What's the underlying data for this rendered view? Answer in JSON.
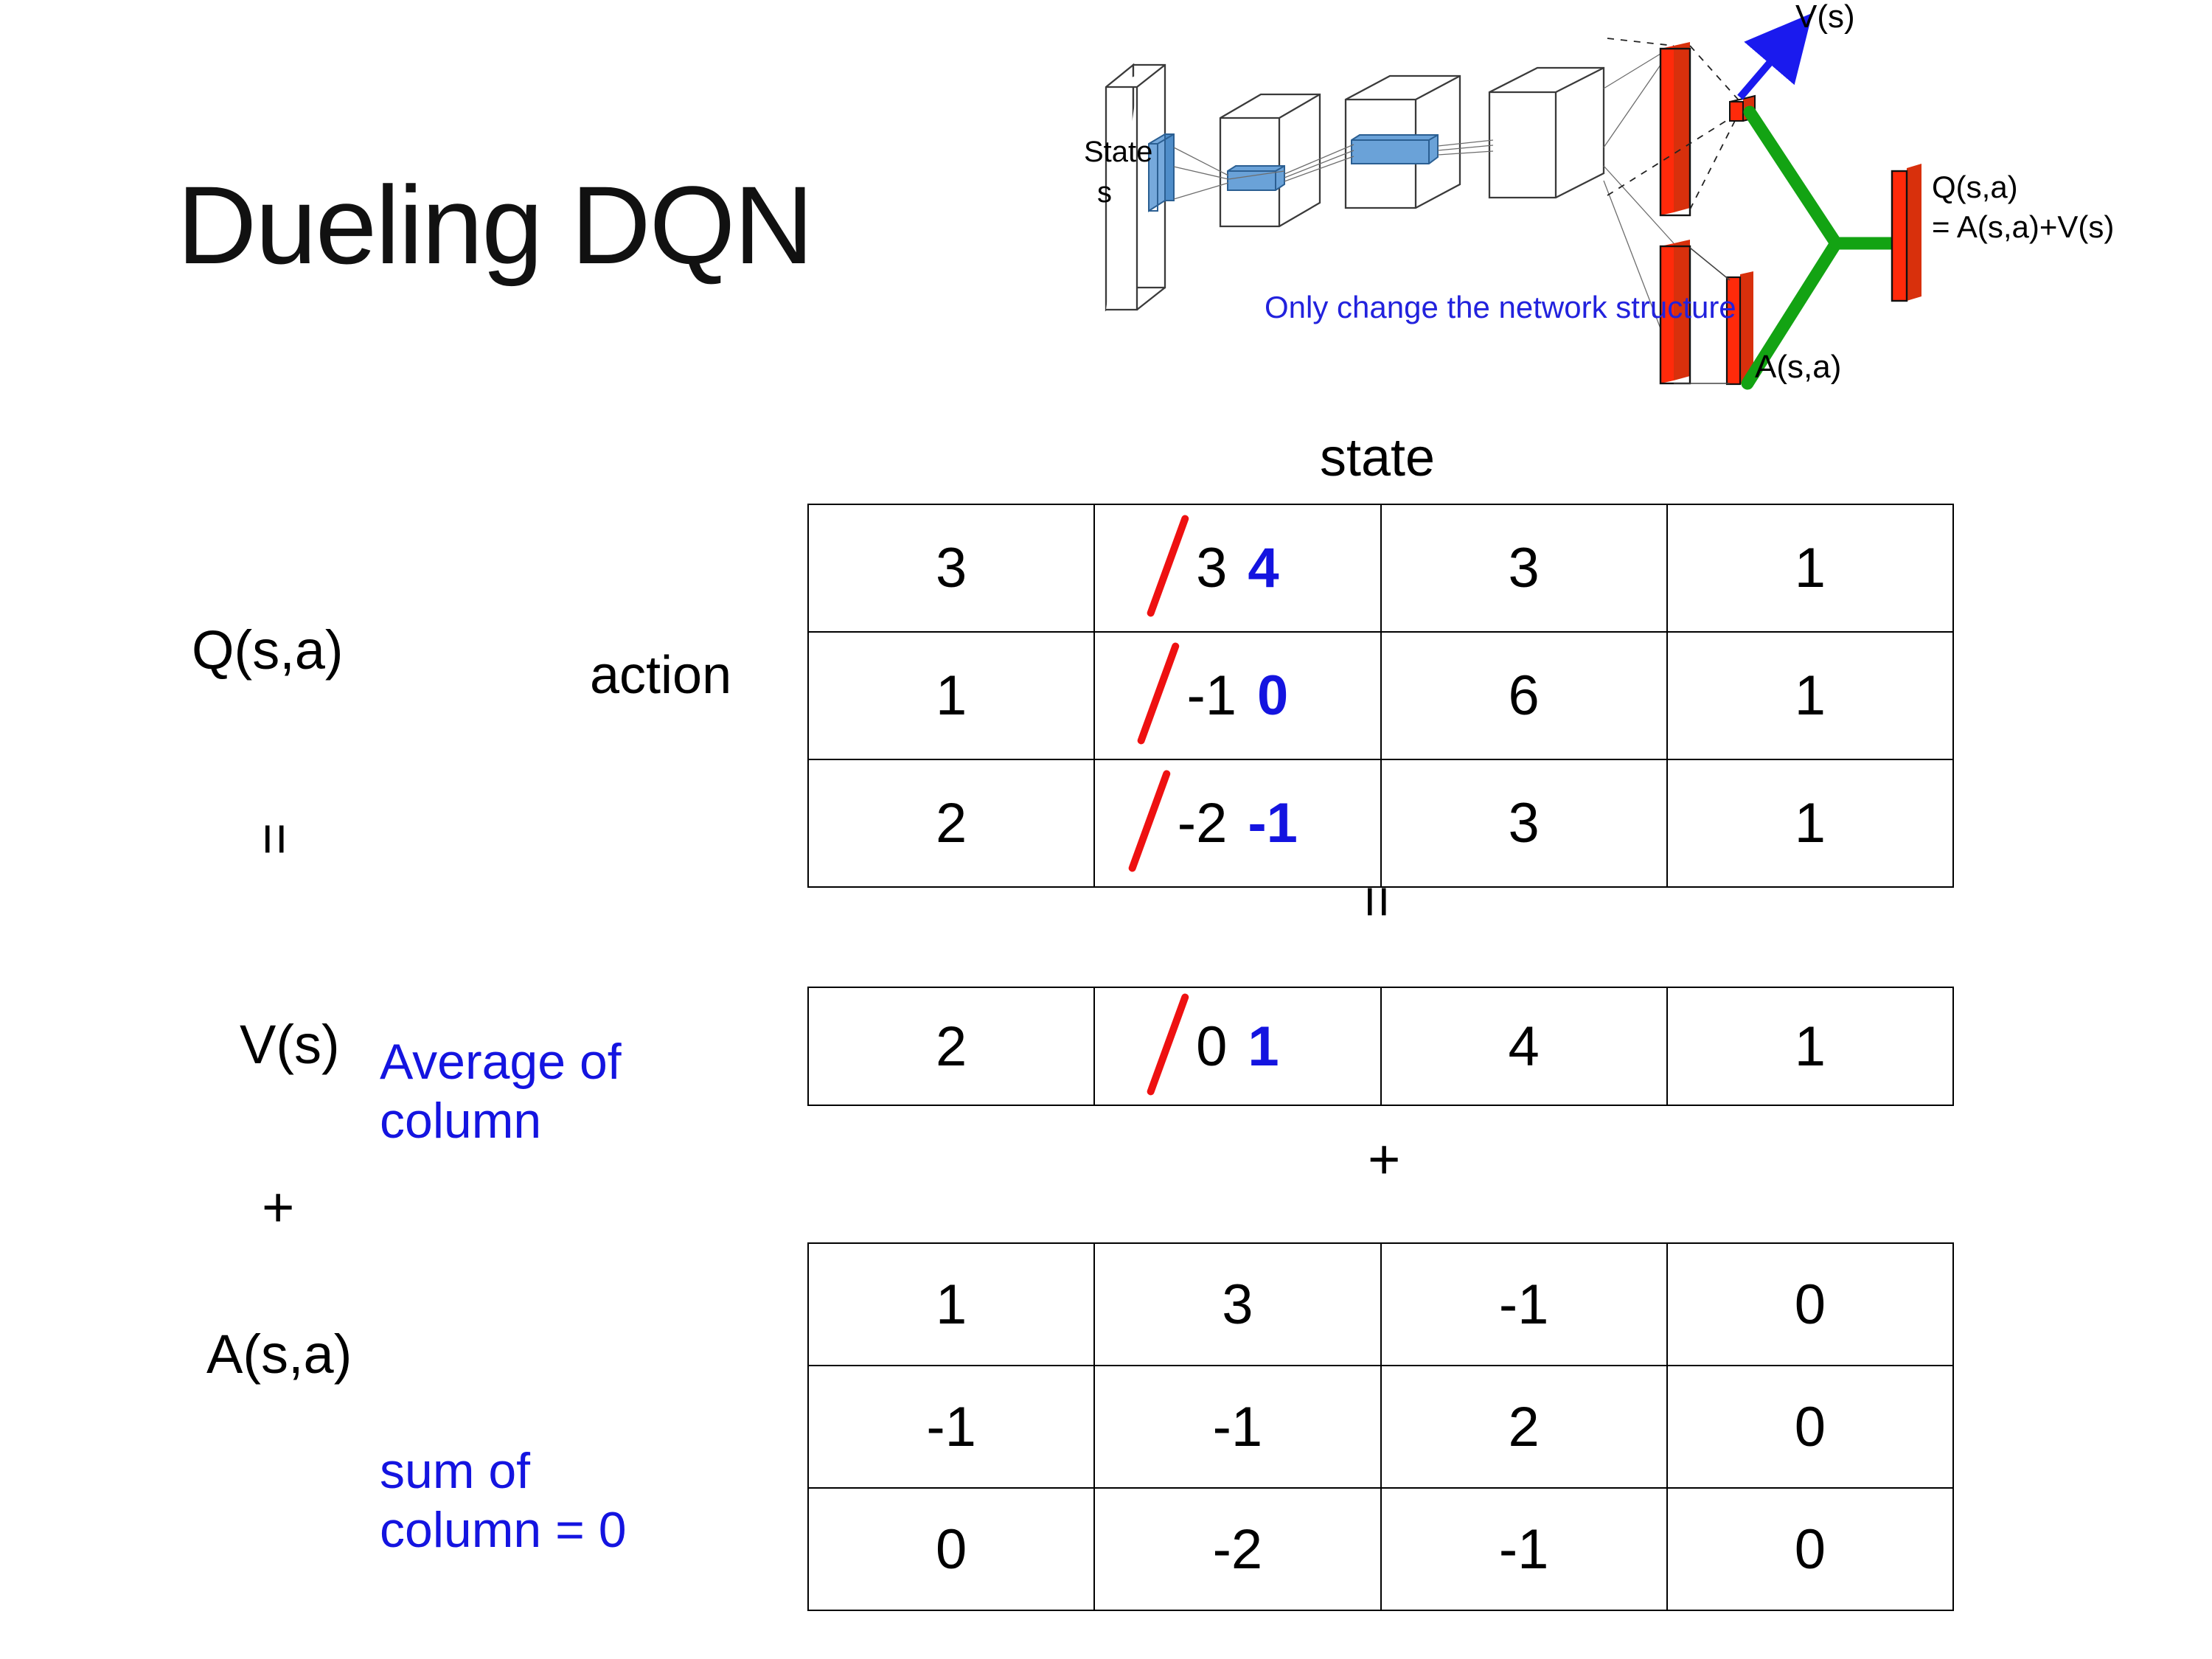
{
  "slide": {
    "title": "Dueling DQN"
  },
  "diagram": {
    "state_label_line1": "State",
    "state_label_line2": "s",
    "note": "Only change the\nnetwork structure",
    "v_label": "V(s)",
    "a_label": "A(s,a)",
    "q_label_line1": "Q(s,a)",
    "q_label_line2": "= A(s,a)+V(s)",
    "colors": {
      "note": "#2222dd",
      "arrow": "#1a1aee",
      "bar": "#ff2a0a",
      "bar_top": "#e03a10",
      "link": "#13a313",
      "cube_stroke": "#4a4a4a",
      "slab_fill": "#5b9bd5"
    }
  },
  "axes": {
    "state_label": "state",
    "action_label": "action"
  },
  "labels": {
    "q": "Q(s,a)",
    "v": "V(s)",
    "a": "A(s,a)",
    "equals_q_v": "=",
    "equals_under_q": "=",
    "plus_left": "+",
    "plus_mid": "+",
    "avg_note": "Average of\ncolumn",
    "sum_note": "sum of\ncolumn = 0"
  },
  "colors": {
    "accent_blue": "#1414e0",
    "strike_red": "#ee1111",
    "text_black": "#000000"
  },
  "chart_data": {
    "type": "table",
    "title": "Dueling DQN decomposition Q(s,a) = V(s) + A(s,a)",
    "xlabel": "state",
    "ylabel": "action",
    "tables": [
      {
        "name": "Q(s,a)",
        "rows": 3,
        "cols": 4,
        "cells": [
          [
            {
              "value": "3"
            },
            {
              "value": "3",
              "struck": true,
              "replacement": "4"
            },
            {
              "value": "3"
            },
            {
              "value": "1"
            }
          ],
          [
            {
              "value": "1"
            },
            {
              "value": "-1",
              "struck": true,
              "replacement": "0"
            },
            {
              "value": "6"
            },
            {
              "value": "1"
            }
          ],
          [
            {
              "value": "2"
            },
            {
              "value": "-2",
              "struck": true,
              "replacement": "-1"
            },
            {
              "value": "3"
            },
            {
              "value": "1"
            }
          ]
        ]
      },
      {
        "name": "V(s)",
        "rows": 1,
        "cols": 4,
        "cells": [
          [
            {
              "value": "2"
            },
            {
              "value": "0",
              "struck": true,
              "replacement": "1"
            },
            {
              "value": "4"
            },
            {
              "value": "1"
            }
          ]
        ]
      },
      {
        "name": "A(s,a)",
        "rows": 3,
        "cols": 4,
        "cells": [
          [
            {
              "value": "1"
            },
            {
              "value": "3"
            },
            {
              "value": "-1"
            },
            {
              "value": "0"
            }
          ],
          [
            {
              "value": "-1"
            },
            {
              "value": "-1"
            },
            {
              "value": "2"
            },
            {
              "value": "0"
            }
          ],
          [
            {
              "value": "0"
            },
            {
              "value": "-2"
            },
            {
              "value": "-1"
            },
            {
              "value": "0"
            }
          ]
        ]
      }
    ]
  }
}
